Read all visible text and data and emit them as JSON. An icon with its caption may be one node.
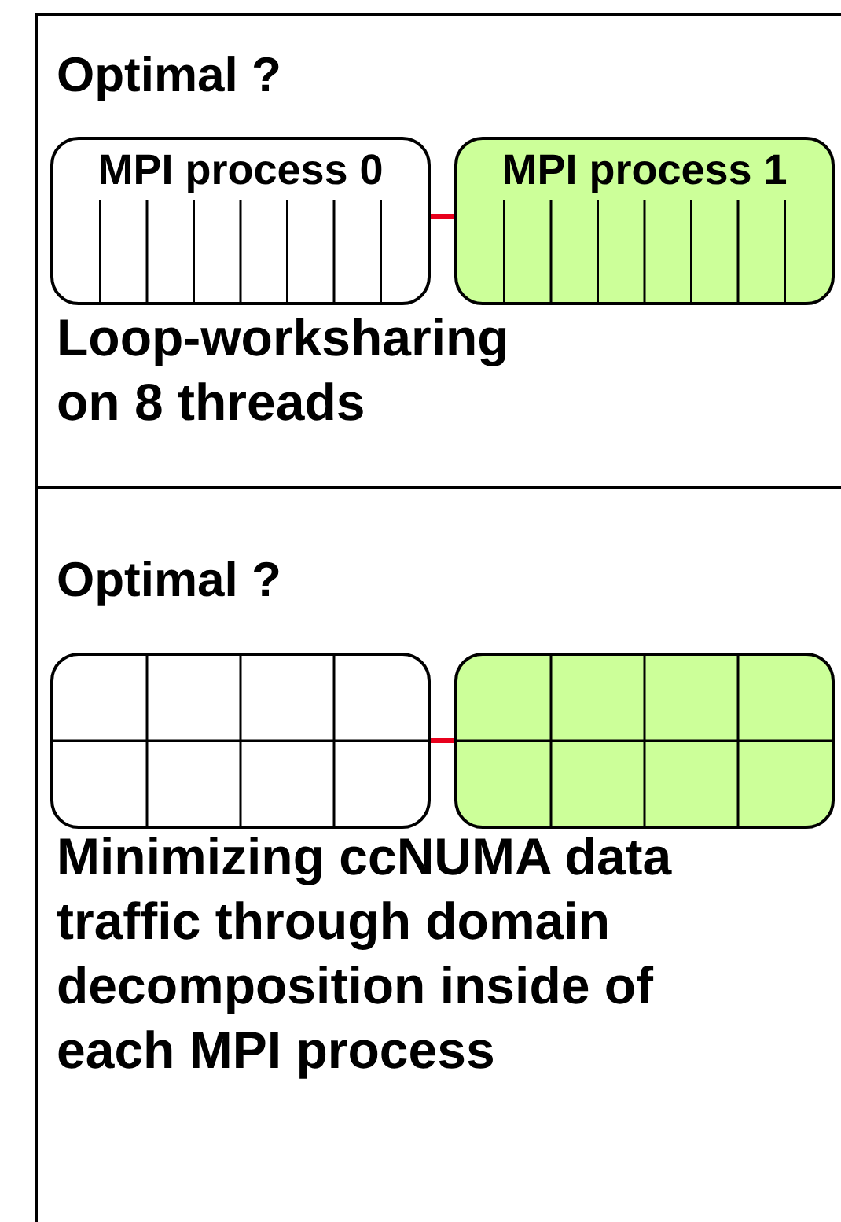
{
  "diagram": {
    "nodes": [
      {
        "text": [
          "Optimal ?",
          "Loop-worksharing on 8 threads"
        ]
      },
      {
        "text": [
          "MPI process 0"
        ],
        "in": 0
      },
      {
        "text": [
          "MPI process 1"
        ],
        "in": 0
      },
      {
        "text": [
          "Optimal ?",
          "Minimizing ccNUMA data traffic through domain decomposition inside of each MPI process"
        ]
      },
      {
        "text": [],
        "shape": "box",
        "in": 3
      },
      {
        "text": [],
        "shape": "box",
        "in": 3
      }
    ],
    "edges": [
      {
        "from": 1,
        "to": 2,
        "arrow": "none"
      },
      {
        "from": 4,
        "to": 5,
        "arrow": "none"
      }
    ]
  }
}
